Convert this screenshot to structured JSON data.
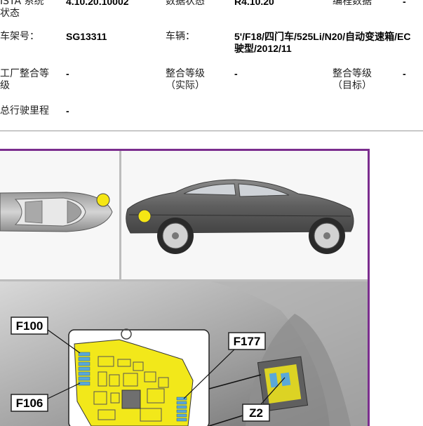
{
  "info": {
    "ista_status_label": "ISTA 系统\n状态",
    "ista_status_value": "4.10.20.10002",
    "data_status_label": "数据状态",
    "data_status_value": "R4.10.20",
    "programming_data_label": "编程数据",
    "programming_data_value": "-",
    "chassis_label": "车架号：",
    "chassis_value": "SG13311",
    "vehicle_label": "车辆：",
    "vehicle_value": "5'/F18/四门车/525Li/N20/自动变速箱/EC\n驶型/2012/11",
    "factory_level_label": "工厂整合等\n级",
    "factory_level_value": "-",
    "actual_level_label": "整合等级\n（实际）",
    "actual_level_value": "-",
    "target_level_label": "整合等级\n（目标）",
    "target_level_value": "-",
    "mileage_label": "总行驶里程",
    "mileage_value": "-"
  },
  "figure": {
    "callouts": {
      "f100": "F100",
      "f106": "F106",
      "f177": "F177",
      "z2": "Z2"
    },
    "colors": {
      "frame": "#7b2d8e",
      "marker": "#f5e614",
      "fusebox": "#f2e81a",
      "fuse_blue": "#5aa8d8",
      "car_top": "#c9c9c9",
      "car_side": "#6e6e6e",
      "panel_bg": "#f4f4f4"
    }
  }
}
